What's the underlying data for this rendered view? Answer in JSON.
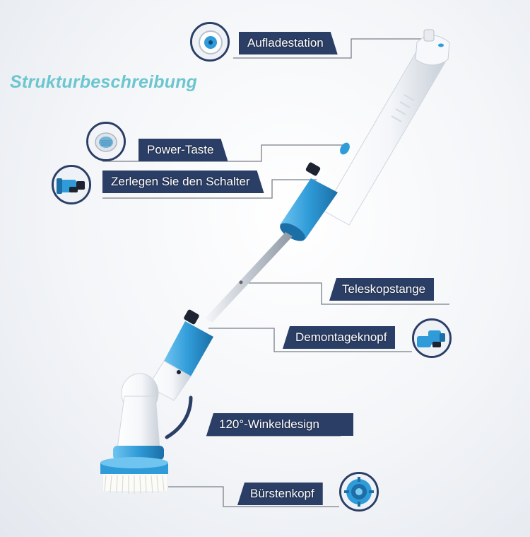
{
  "heading": "Strukturbeschreibung",
  "callouts": {
    "charging_station": "Aufladestation",
    "power_button": "Power-Taste",
    "disassemble_switch": "Zerlegen Sie den Schalter",
    "telescopic_pole": "Teleskopstange",
    "release_button": "Demontageknopf",
    "angle_design": "120°-Winkeldesign",
    "brush_head": "Bürstenkopf"
  },
  "colors": {
    "heading": "#6cc6cf",
    "label_background": "#2b3e66",
    "accent_blue": "#2f9bd8",
    "leader_line": "#7a7f88"
  },
  "icons": {
    "charging_station": "charging-port-icon",
    "power_button": "power-button-icon",
    "disassemble_switch": "switch-part-icon",
    "release_button": "release-part-icon",
    "brush_head": "brush-head-icon"
  }
}
